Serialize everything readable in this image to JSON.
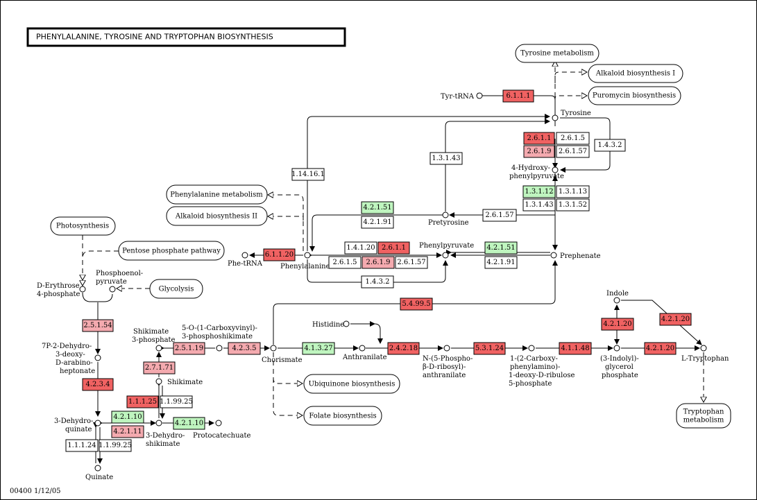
{
  "title": "PHENYLALANINE, TYROSINE AND TRYPTOPHAN BIOSYNTHESIS",
  "footer": "00400  1/12/05",
  "colors": {
    "up_strong": "#f06262",
    "up_light": "#f4aaaf",
    "down": "#bff5bf",
    "none": "#ffffff"
  },
  "enzymes": {
    "e_6_1_1_1": "6.1.1.1",
    "e_2_6_1_1_tyr": "2.6.1.1",
    "e_2_6_1_5_tyr": "2.6.1.5",
    "e_2_6_1_9_tyr": "2.6.1.9",
    "e_2_6_1_57_tyr": "2.6.1.57",
    "e_1_4_3_2_tyr": "1.4.3.2",
    "e_1_3_1_43_top": "1.3.1.43",
    "e_1_14_16_1": "1.14.16.1",
    "e_1_3_1_12": "1.3.1.12",
    "e_1_3_1_13": "1.3.1.13",
    "e_1_3_1_43_b": "1.3.1.43",
    "e_1_3_1_52": "1.3.1.52",
    "e_4_2_1_51_a": "4.2.1.51",
    "e_4_2_1_91_a": "4.2.1.91",
    "e_2_6_1_57_pre": "2.6.1.57",
    "e_6_1_1_20": "6.1.1.20",
    "e_1_4_1_20": "1.4.1.20",
    "e_2_6_1_1_phe": "2.6.1.1",
    "e_2_6_1_5_phe": "2.6.1.5",
    "e_2_6_1_9_phe": "2.6.1.9",
    "e_2_6_1_57_phe": "2.6.1.57",
    "e_4_2_1_51_b": "4.2.1.51",
    "e_4_2_1_91_b": "4.2.1.91",
    "e_1_4_3_2_phe": "1.4.3.2",
    "e_5_4_99_5": "5.4.99.5",
    "e_2_5_1_54": "2.5.1.54",
    "e_4_2_3_4": "4.2.3.4",
    "e_2_5_1_19": "2.5.1.19",
    "e_4_2_3_5": "4.2.3.5",
    "e_2_7_1_71": "2.7.1.71",
    "e_1_1_1_25": "1.1.1.25",
    "e_1_1_99_25_a": "1.1.99.25",
    "e_4_2_1_10_a": "4.2.1.10",
    "e_4_2_1_11": "4.2.1.11",
    "e_4_2_1_10_b": "4.2.1.10",
    "e_1_1_1_24": "1.1.1.24",
    "e_1_1_99_25_b": "1.1.99.25",
    "e_4_1_3_27": "4.1.3.27",
    "e_2_4_2_18": "2.4.2.18",
    "e_5_3_1_24": "5.3.1.24",
    "e_4_1_1_48": "4.1.1.48",
    "e_4_2_1_20_a": "4.2.1.20",
    "e_4_2_1_20_b": "4.2.1.20",
    "e_4_2_1_20_c": "4.2.1.20"
  },
  "compounds": {
    "tyr_trna": "Tyr-tRNA",
    "tyrosine": "Tyrosine",
    "hppa_1": "4-Hydroxy-",
    "hppa_2": "phenylpyruvate",
    "pretyrosine": "Pretyrosine",
    "phenylpyruvate": "Phenylpyruvate",
    "prephenate": "Prephenate",
    "phenylalanine": "Phenylalanine",
    "phe_trna": "Phe-tRNA",
    "e4p_1": "D-Erythrose",
    "e4p_2": "4-phosphate",
    "pep_1": "Phosphoenol-",
    "pep_2": "pyruvate",
    "dahp_1": "7P-2-Dehydro-",
    "dahp_2": "3-deoxy-",
    "dahp_3": "D-arabino-",
    "dahp_4": "heptonate",
    "shik3p_1": "Shikimate",
    "shik3p_2": "3-phosphate",
    "epsp_1": "5-O-(1-Carboxyvinyl)-",
    "epsp_2": "3-phosphoshikimate",
    "chorismate": "Chorismate",
    "shikimate": "Shikimate",
    "dhq_1": "3-Dehydro-",
    "dhq_2": "quinate",
    "dhs_1": "3-Dehydro-",
    "dhs_2": "shikimate",
    "protocatechuate": "Protocatechuate",
    "quinate": "Quinate",
    "histidine": "Histidine",
    "anthranilate": "Anthranilate",
    "prpa_1": "N-(5-Phospho-",
    "prpa_2": "β-D-ribosyl)-",
    "prpa_3": "anthranilate",
    "cdrp_1": "1-(2-Carboxy-",
    "cdrp_2": "phenylamino)-",
    "cdrp_3": "1-deoxy-D-ribulose",
    "cdrp_4": "5-phosphate",
    "igp_1": "(3-Indolyl)-",
    "igp_2": "glycerol",
    "igp_3": "phosphate",
    "indole": "Indole",
    "tryptophan": "L-Tryptophan"
  },
  "maps": {
    "tyrosine_metabolism": "Tyrosine metabolism",
    "alkaloid_1": "Alkaloid biosynthesis I",
    "puromycin": "Puromycin biosynthesis",
    "phenylalanine_metabolism": "Phenylalanine metabolism",
    "alkaloid_2": "Alkaloid biosynthesis II",
    "photosynthesis": "Photosynthesis",
    "pentose_phosphate": "Pentose phosphate pathway",
    "glycolysis": "Glycolysis",
    "ubiquinone": "Ubiquinone biosynthesis",
    "folate": "Folate biosynthesis",
    "tryptophan_metabolism_1": "Tryptophan",
    "tryptophan_metabolism_2": "metabolism"
  }
}
